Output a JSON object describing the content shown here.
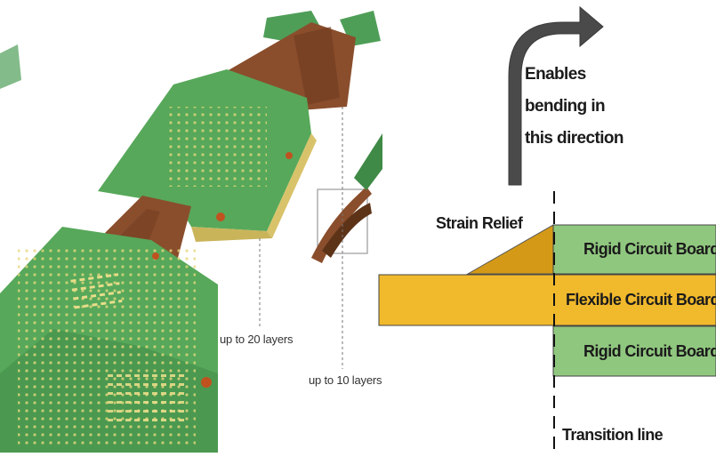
{
  "photo": {
    "label_rigid": "up to 20 layers",
    "label_flex": "up to 10 layers"
  },
  "diagram": {
    "arrow_text_1": "Enables",
    "arrow_text_2": "bending in",
    "arrow_text_3": "this direction",
    "strain_relief": "Strain Relief",
    "rigid_top": "Rigid Circuit Board",
    "flexible": "Flexible Circuit Board",
    "rigid_bottom": "Rigid Circuit Board",
    "transition_line": "Transition line"
  },
  "colors": {
    "pcb_green": "#57a85a",
    "pcb_dark_green": "#3f8a46",
    "pcb_gold": "#d9c36a",
    "flex_brown": "#8a4e2c",
    "rigid_green": "#90c77f",
    "flex_yellow": "#f1b92c",
    "strain_gold": "#d49a17",
    "arrow_gray": "#4a4a4a"
  }
}
